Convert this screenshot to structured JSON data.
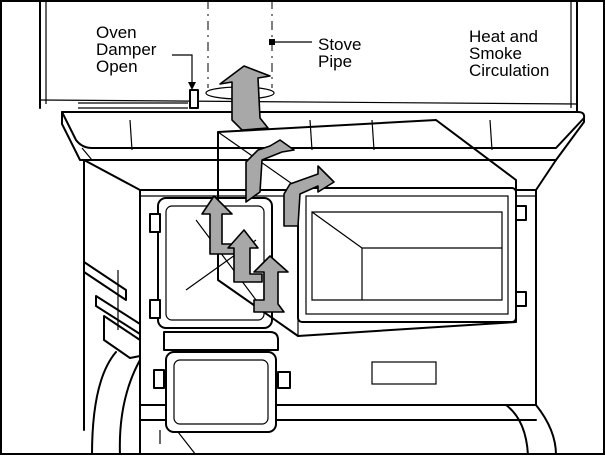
{
  "labels": {
    "damper": [
      "Oven",
      "Damper",
      "Open"
    ],
    "stove_pipe": [
      "Stove",
      "Pipe"
    ],
    "heat": [
      "Heat and",
      "Smoke",
      "Circulation"
    ]
  },
  "colors": {
    "line": "#000000",
    "arrow_fill": "#a8a8a8",
    "surface": "#ffffff"
  }
}
